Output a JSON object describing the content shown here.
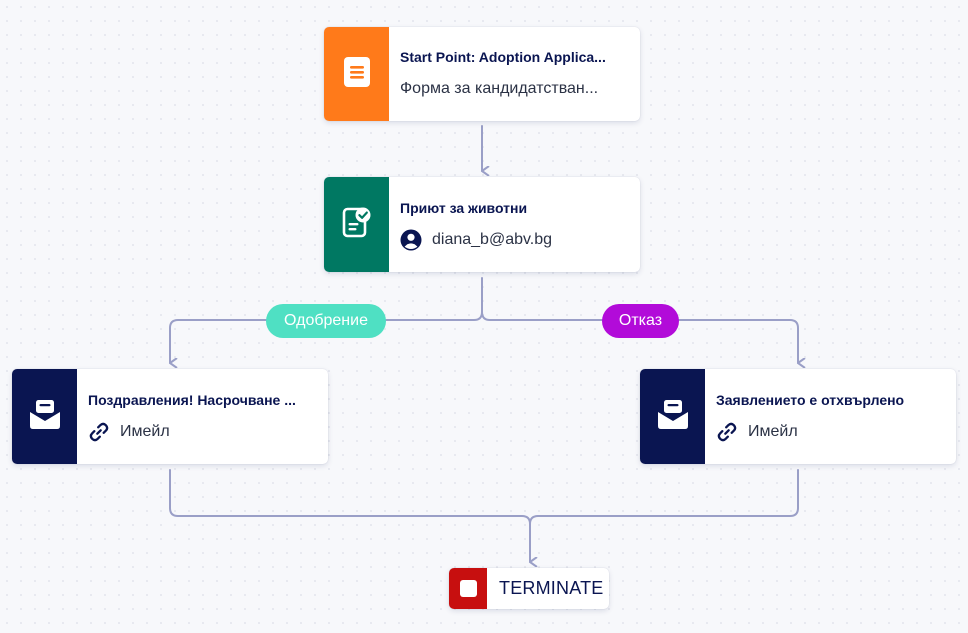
{
  "colors": {
    "connector": "#9a9fc7",
    "start": "#ff7a1a",
    "approval_step": "#007862",
    "email": "#0a1551",
    "approve_pill": "#4fe0c3",
    "reject_pill": "#b20bd9",
    "terminate": "#c70f0f"
  },
  "nodes": {
    "start": {
      "title": "Start Point: Adoption Applica...",
      "subtitle": "Форма за кандидатстван...",
      "icon": "form-document-icon"
    },
    "approval": {
      "title": "Приют за животни",
      "assignee": "diana_b@abv.bg",
      "icon": "approval-clipboard-icon",
      "assignee_icon": "user-avatar-icon"
    },
    "approved_email": {
      "title": "Поздравления! Насрочване ...",
      "type": "Имейл",
      "icon": "email-icon",
      "type_icon": "link-icon"
    },
    "rejected_email": {
      "title": "Заявлението е отхвърлено",
      "type": "Имейл",
      "icon": "email-icon",
      "type_icon": "link-icon"
    }
  },
  "branches": {
    "approve": "Одобрение",
    "reject": "Отказ"
  },
  "terminate": {
    "label": "TERMINATE",
    "icon": "stop-square-icon"
  }
}
